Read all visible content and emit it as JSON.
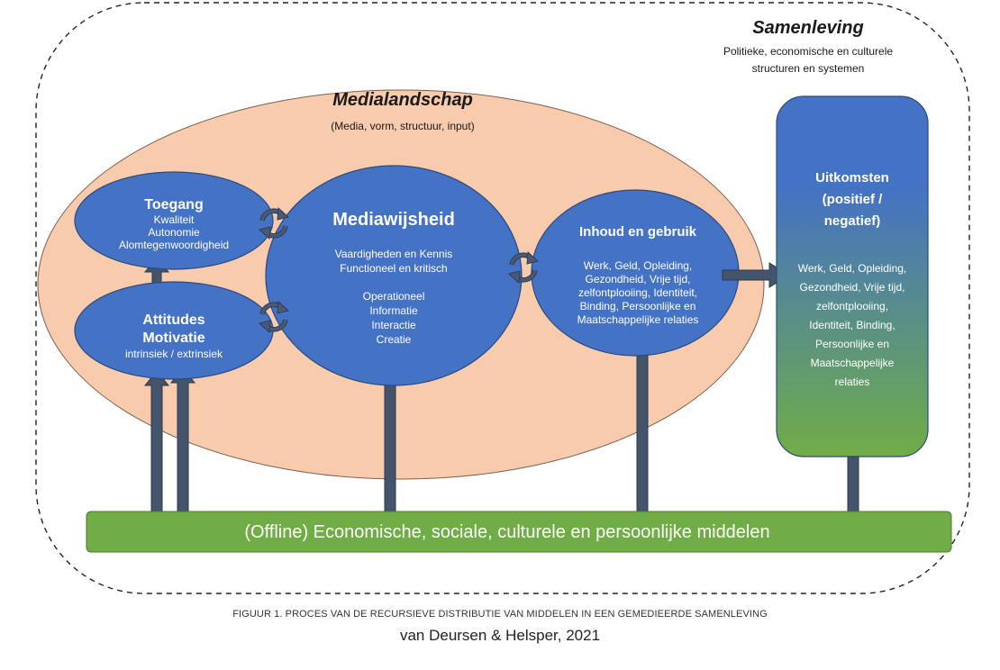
{
  "society": {
    "title": "Samenleving",
    "subtitle_line1": "Politieke, economische en culturele",
    "subtitle_line2": "structuren en systemen"
  },
  "media_landscape": {
    "title": "Medialandschap",
    "subtitle": "(Media, vorm, structuur, input)"
  },
  "access": {
    "title": "Toegang",
    "items": [
      "Kwaliteit",
      "Autonomie",
      "Alomtegenwoordigheid"
    ]
  },
  "attitudes": {
    "title_line1": "Attitudes",
    "title_line2": "Motivatie",
    "detail": "intrinsiek / extrinsiek"
  },
  "media_literacy": {
    "title": "Mediawijsheid",
    "lines_top": [
      "Vaardigheden en Kennis",
      "Functioneel en kritisch"
    ],
    "lines_bottom": [
      "Operationeel",
      "Informatie",
      "Interactie",
      "Creatie"
    ]
  },
  "content_use": {
    "title": "Inhoud en gebruik",
    "lines": [
      "Werk, Geld, Opleiding,",
      "Gezondheid, Vrije tijd,",
      "zelfontplooiing, Identiteit,",
      "Binding, Persoonlijke en",
      "Maatschappelijke relaties"
    ]
  },
  "outcomes": {
    "title_lines": [
      "Uitkomsten",
      "(positief /",
      "negatief)"
    ],
    "lines": [
      "Werk, Geld, Opleiding,",
      "Gezondheid, Vrije tijd,",
      "zelfontplooiing,",
      "Identiteit, Binding,",
      "Persoonlijke en",
      "Maatschappelijke",
      "relaties"
    ]
  },
  "resources": {
    "label": "(Offline) Economische, sociale, culturele en persoonlijke middelen"
  },
  "caption": {
    "figure_label": "FIGUUR 1.",
    "figure_text": " PROCES VAN DE RECURSIEVE DISTRIBUTIE VAN MIDDELEN IN EEN GEMEDIEERDE SAMENLEVING",
    "source": "van Deursen & Helsper, 2021"
  },
  "colors": {
    "landscape_fill": "#f8cbad",
    "ellipse_fill": "#4472c4",
    "outcomes_top": "#4472c4",
    "outcomes_bottom": "#70ad47",
    "resources_fill": "#70ad47",
    "arrow_fill": "#44546a"
  },
  "icons": {
    "cycle": "circular-arrows-icon",
    "arrow": "block-arrow-icon"
  }
}
